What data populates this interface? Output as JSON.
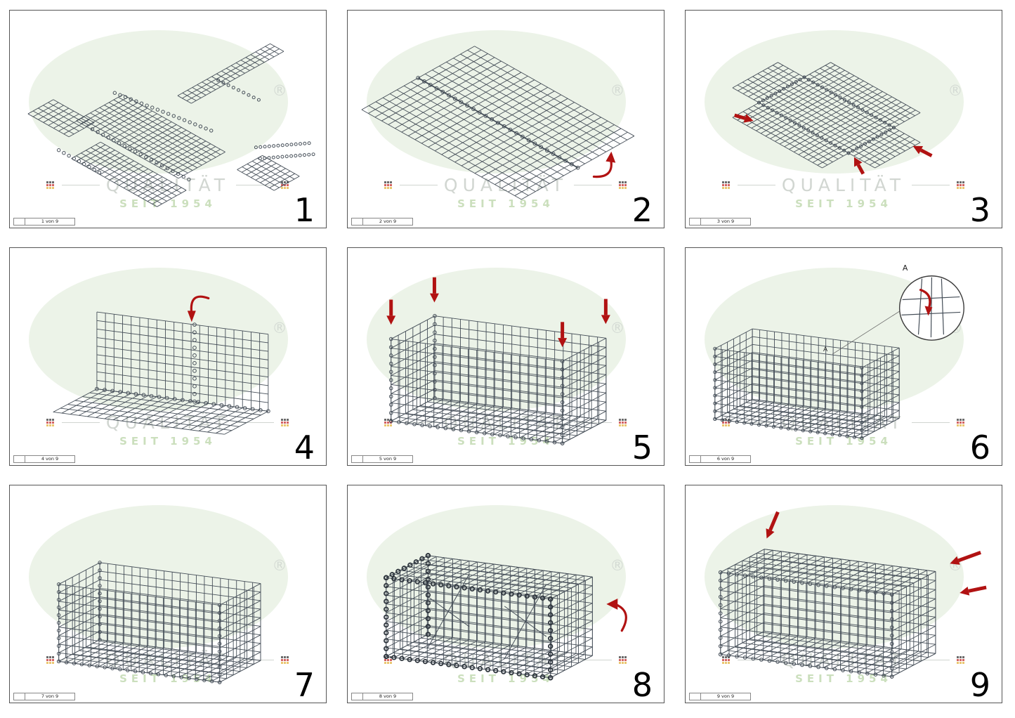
{
  "watermark": {
    "quality": "QUALITÄT",
    "since": "SEIT 1954",
    "registered": "®"
  },
  "colors": {
    "mesh": "#454e58",
    "mesh_dark": "#2d343c",
    "red": "#b11212",
    "panel_border": "#555555",
    "watermark_ellipse": "#ecf3e8",
    "watermark_text": "#d1d6d1",
    "watermark_green": "#cbdfbd",
    "flag_black": "#3a3a3a",
    "flag_red": "#c53030",
    "flag_gold": "#e3b341"
  },
  "icons": {
    "german_flag": "german-flag-icon",
    "registered": "registered-trademark-icon",
    "red_arrow": "red-arrow-icon",
    "spiral": "spiral-binder-icon",
    "detail_circle": "detail-view-circle"
  },
  "panels": [
    {
      "step": "1",
      "footer": "1 von 9"
    },
    {
      "step": "2",
      "footer": "2 von 9"
    },
    {
      "step": "3",
      "footer": "3 von 9"
    },
    {
      "step": "4",
      "footer": "4 von 9"
    },
    {
      "step": "5",
      "footer": "5 von 9"
    },
    {
      "step": "6",
      "footer": "6 von 9",
      "detail_label": "A"
    },
    {
      "step": "7",
      "footer": "7 von 9"
    },
    {
      "step": "8",
      "footer": "8 von 9"
    },
    {
      "step": "9",
      "footer": "9 von 9"
    }
  ]
}
